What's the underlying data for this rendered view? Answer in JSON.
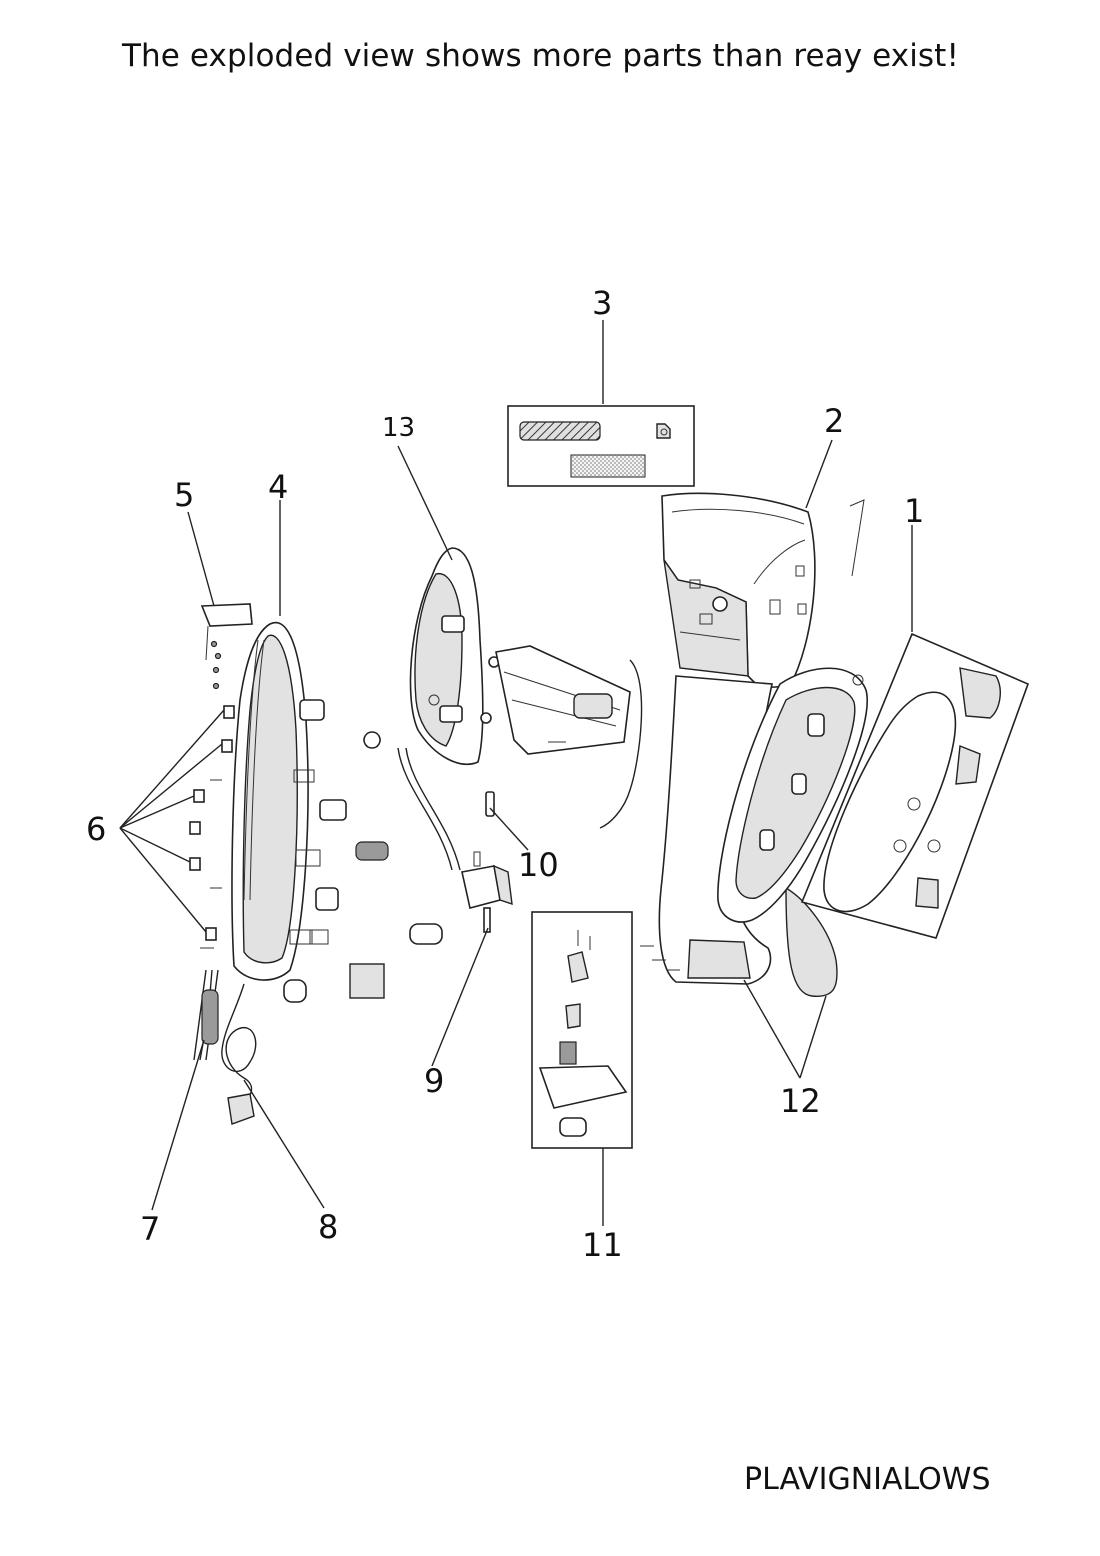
{
  "header": {
    "notice": "The exploded view shows more parts than reay exist!"
  },
  "footer": {
    "model": "PLAVIGNIALOWS"
  },
  "callouts": {
    "c1": "1",
    "c2": "2",
    "c3": "3",
    "c4": "4",
    "c5": "5",
    "c6": "6",
    "c7": "7",
    "c8": "8",
    "c9": "9",
    "c10": "10",
    "c11": "11",
    "c12": "12",
    "c13": "13"
  }
}
